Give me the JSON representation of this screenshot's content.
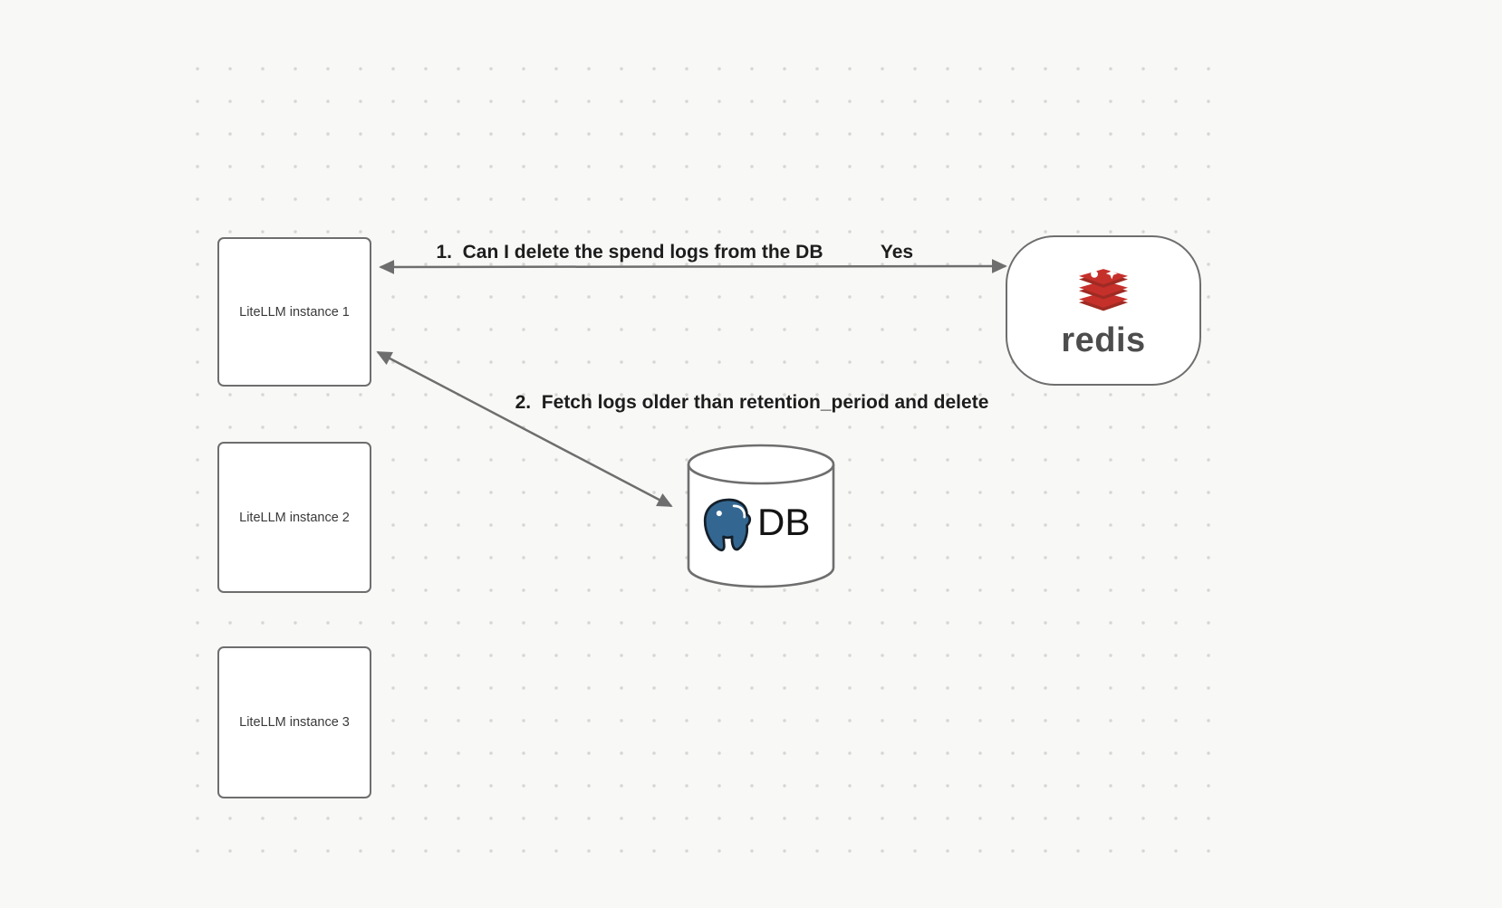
{
  "canvas": {
    "background": "#f8f8f6",
    "dot_color": "#d6d6d3"
  },
  "nodes": {
    "litellm_instances": [
      {
        "label": "LiteLLM instance 1"
      },
      {
        "label": "LiteLLM instance 2"
      },
      {
        "label": "LiteLLM instance 3"
      }
    ],
    "redis": {
      "label": "redis"
    },
    "db": {
      "label": "DB"
    }
  },
  "edges": [
    {
      "label": "1.  Can I delete the spend logs from the DB",
      "response": "Yes",
      "from": "LiteLLM instance 1",
      "to": "redis",
      "direction": "bidirectional"
    },
    {
      "label": "2.  Fetch logs older than retention_period and delete",
      "from": "LiteLLM instance 1",
      "to": "DB",
      "direction": "bidirectional"
    }
  ],
  "colors": {
    "node_border": "#6e6e6e",
    "arrow": "#6e6e6e",
    "label_text": "#1d1d1d",
    "redis_red": "#c6302b",
    "redis_red_dark": "#9f2b23",
    "redis_wordmark": "#4d4d4d",
    "postgres_blue": "#336791"
  }
}
